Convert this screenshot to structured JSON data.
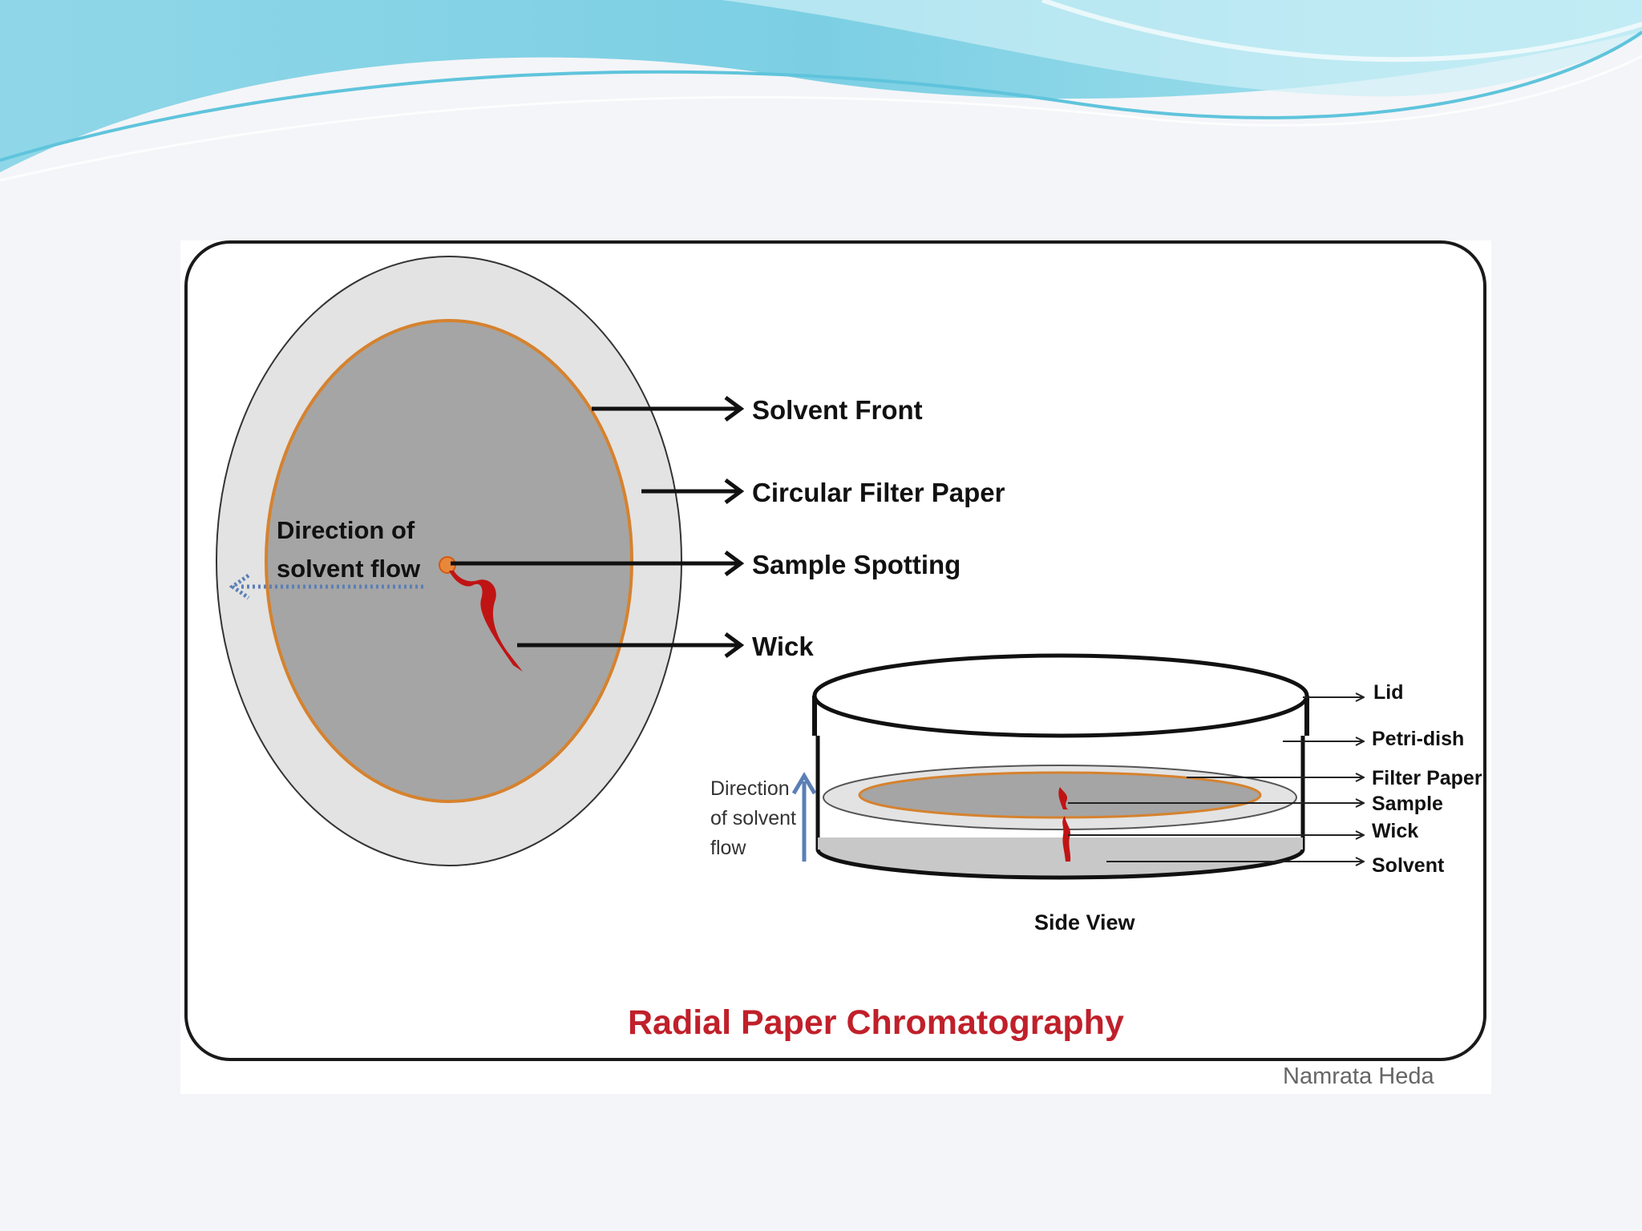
{
  "top_view": {
    "labels": {
      "solvent_front": "Solvent Front",
      "circular_filter_paper": "Circular Filter Paper",
      "sample_spotting": "Sample Spotting",
      "wick": "Wick"
    },
    "direction_line1": "Direction of",
    "direction_line2": "solvent flow"
  },
  "side_view": {
    "labels": {
      "lid": "Lid",
      "petri_dish": "Petri-dish",
      "filter_paper": "Filter Paper",
      "sample": "Sample",
      "wick": "Wick",
      "solvent": "Solvent"
    },
    "direction_line1": "Direction",
    "direction_line2": "of solvent",
    "direction_line3": "flow",
    "caption": "Side View"
  },
  "title": "Radial Paper Chromatography",
  "author": "Namrata Heda",
  "colors": {
    "title": "#c0202a",
    "paper_outer": "#e3e3e3",
    "paper_inner": "#a5a5a5",
    "solvent_front_ring": "#d6822e",
    "wick": "#c01414",
    "flow_arrow": "#5b7fb5",
    "banner_light": "#a8e2ef",
    "banner_dark": "#5fc3db"
  }
}
